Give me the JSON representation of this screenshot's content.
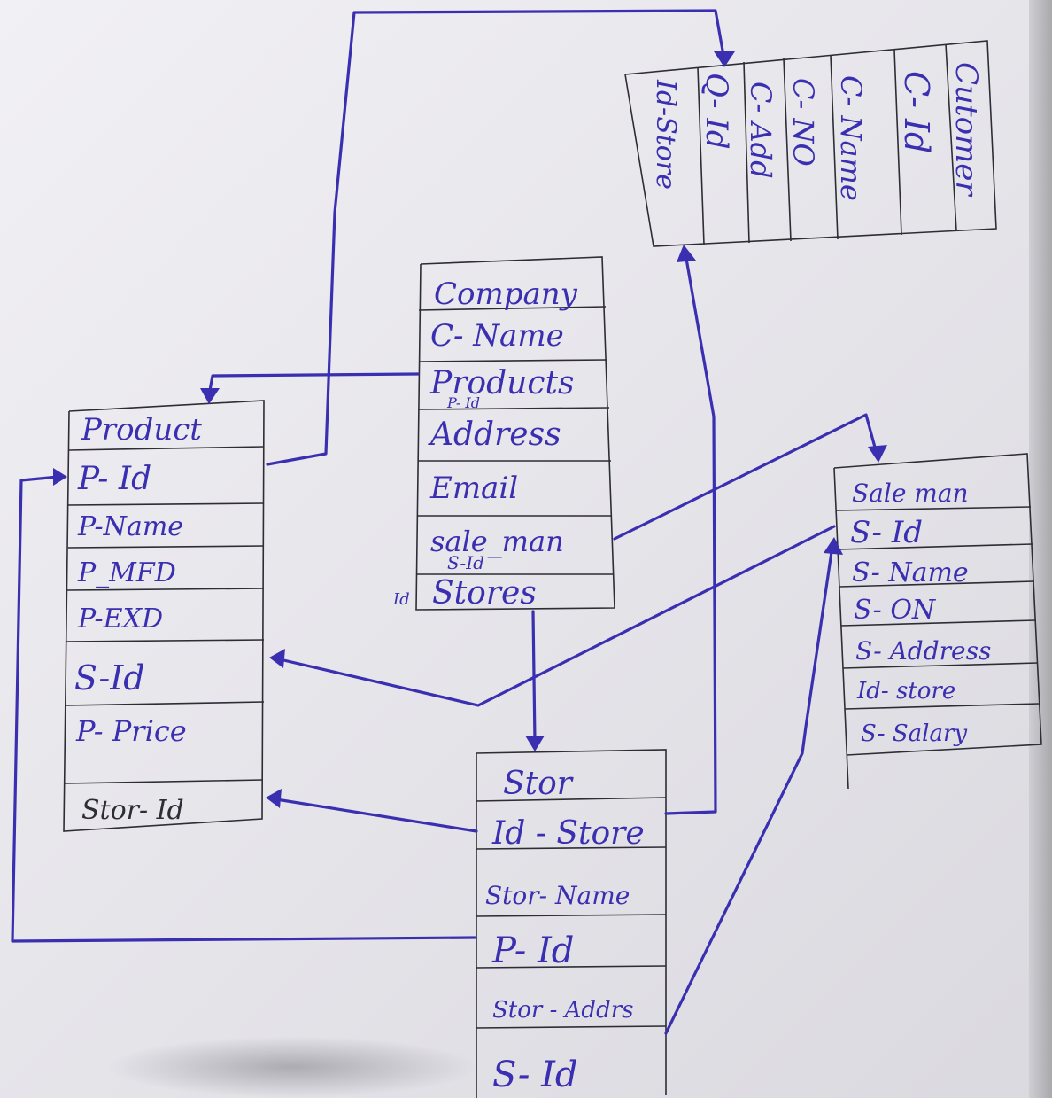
{
  "tables": {
    "customer": {
      "fields": [
        "Cutomer",
        "C- Id",
        "C- Name",
        "C- NO",
        "C- Add",
        "Q- Id",
        "Id-Store"
      ]
    },
    "company": {
      "fields": [
        "Company",
        "C- Name",
        "Products",
        "Address",
        "Email",
        "sale_man",
        "Stores"
      ],
      "notes": {
        "products_sub": "P- Id",
        "sale_man_sub": "S-Id",
        "stores_prefix": "Id"
      }
    },
    "product": {
      "fields": [
        "Product",
        "P- Id",
        "P-Name",
        "P_MFD",
        "P-EXD",
        "S-Id",
        "P- Price",
        "",
        "Stor- Id"
      ]
    },
    "salesman": {
      "fields": [
        "Sale man",
        "S- Id",
        "S- Name",
        "S- ON",
        "S- Address",
        "Id- store",
        "S- Salary"
      ]
    },
    "store": {
      "fields": [
        "Stor",
        "Id - Store",
        "Stor- Name",
        "P- Id",
        "Stor - Addrs",
        "S- Id"
      ]
    }
  },
  "colors": {
    "ink": "#3a2fb0",
    "rule": "#2d2d36",
    "paper": "#efeef2"
  }
}
